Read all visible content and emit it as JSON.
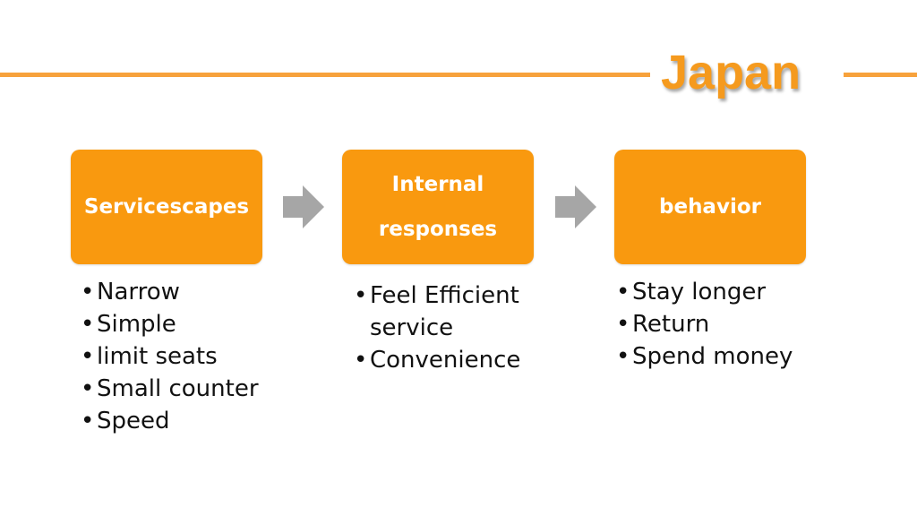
{
  "title": "Japan",
  "boxes": [
    {
      "label": "Servicescapes"
    },
    {
      "label_lines": [
        "Internal",
        "responses"
      ]
    },
    {
      "label": "behavior"
    }
  ],
  "lists": [
    {
      "items": [
        "Narrow",
        "Simple",
        "limit seats",
        "Small counter",
        "Speed"
      ]
    },
    {
      "items": [
        "Feel Efficient service",
        "Convenience"
      ]
    },
    {
      "items": [
        "Stay longer",
        "Return",
        "Spend money"
      ]
    }
  ],
  "bullet_char": "•",
  "colors": {
    "accent": "#F9990F",
    "title": "#F59A1E",
    "rule": "#F7A23C",
    "arrow": "#A6A6A6",
    "text": "#111111"
  },
  "icons": {
    "arrow": "right-arrow-icon"
  }
}
